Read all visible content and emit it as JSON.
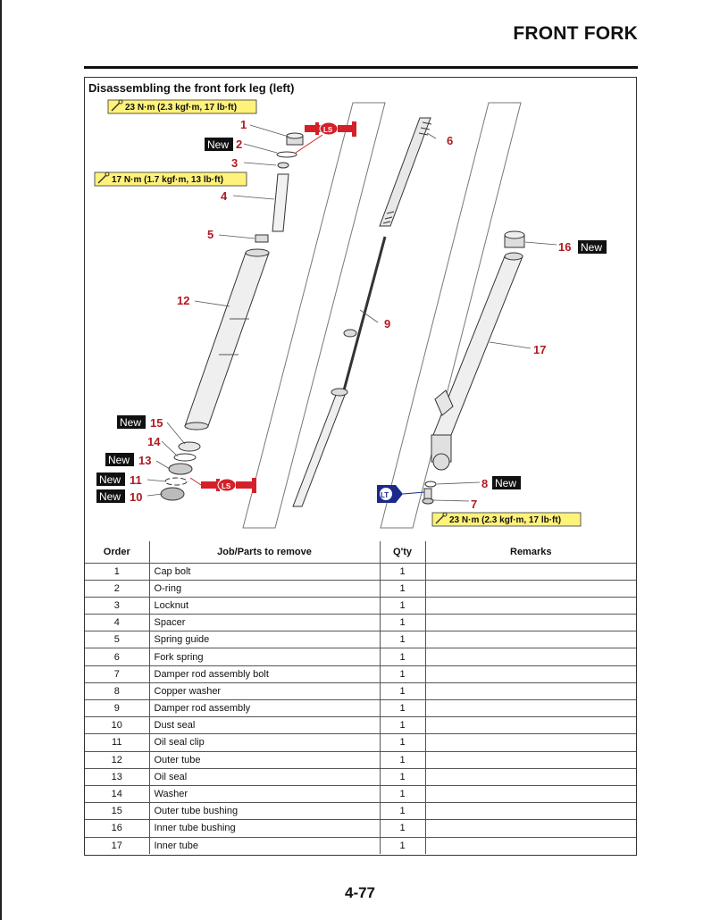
{
  "header": {
    "section_title": "FRONT FORK"
  },
  "diagram": {
    "title": "Disassembling the front fork leg (left)",
    "torque_1": "23 N·m (2.3 kgf·m, 17 lb·ft)",
    "torque_2": "17 N·m (1.7 kgf·m, 13 lb·ft)",
    "torque_3": "23 N·m (2.3 kgf·m, 17 lb·ft)",
    "new_label": "New",
    "ls_label": "LS",
    "lt_label": "LT",
    "callouts": {
      "n1": "1",
      "n2": "2",
      "n3": "3",
      "n4": "4",
      "n5": "5",
      "n6": "6",
      "n7": "7",
      "n8": "8",
      "n9": "9",
      "n10": "10",
      "n11": "11",
      "n12": "12",
      "n13": "13",
      "n14": "14",
      "n15": "15",
      "n16": "16",
      "n17": "17"
    },
    "colors": {
      "callout": "#b01a22",
      "torque_bg": "#fff27a",
      "lubricant": "#d4202a",
      "locking_agent": "#1b2a8a"
    }
  },
  "table": {
    "headers": [
      "Order",
      "Job/Parts to remove",
      "Q'ty",
      "Remarks"
    ],
    "rows": [
      [
        "1",
        "Cap bolt",
        "1",
        ""
      ],
      [
        "2",
        "O-ring",
        "1",
        ""
      ],
      [
        "3",
        "Locknut",
        "1",
        ""
      ],
      [
        "4",
        "Spacer",
        "1",
        ""
      ],
      [
        "5",
        "Spring guide",
        "1",
        ""
      ],
      [
        "6",
        "Fork spring",
        "1",
        ""
      ],
      [
        "7",
        "Damper rod assembly bolt",
        "1",
        ""
      ],
      [
        "8",
        "Copper washer",
        "1",
        ""
      ],
      [
        "9",
        "Damper rod assembly",
        "1",
        ""
      ],
      [
        "10",
        "Dust seal",
        "1",
        ""
      ],
      [
        "11",
        "Oil seal clip",
        "1",
        ""
      ],
      [
        "12",
        "Outer tube",
        "1",
        ""
      ],
      [
        "13",
        "Oil seal",
        "1",
        ""
      ],
      [
        "14",
        "Washer",
        "1",
        ""
      ],
      [
        "15",
        "Outer tube bushing",
        "1",
        ""
      ],
      [
        "16",
        "Inner tube bushing",
        "1",
        ""
      ],
      [
        "17",
        "Inner tube",
        "1",
        ""
      ]
    ]
  },
  "footer": {
    "page_number": "4-77"
  }
}
